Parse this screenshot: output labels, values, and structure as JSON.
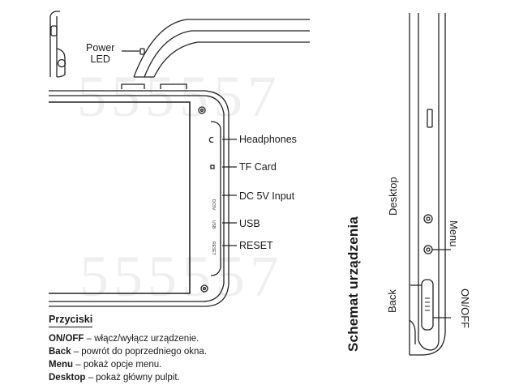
{
  "top_view": {
    "power_led_label_line1": "Power",
    "power_led_label_line2": "LED"
  },
  "side_ports": [
    {
      "label": "Headphones"
    },
    {
      "label": "TF Card"
    },
    {
      "label": "DC 5V Input"
    },
    {
      "label": "USB"
    },
    {
      "label": "RESET"
    }
  ],
  "legend": {
    "title": "Przyciski",
    "rows": [
      {
        "key": "ON/OFF",
        "desc": " – włącz/wyłącz urządzenie."
      },
      {
        "key": "Back",
        "desc": " – powrót do poprzedniego okna."
      },
      {
        "key": "Menu",
        "desc": " – pokaż opcje menu."
      },
      {
        "key": "Desktop",
        "desc": " – pokaż główny pulpit."
      }
    ]
  },
  "edge_view": {
    "title": "Schemat urządzenia",
    "desktop_label": "Desktop",
    "menu_label": "Menu",
    "back_label": "Back",
    "onoff_label": "ON/OFF"
  },
  "watermark": "555557",
  "colors": {
    "line": "#222222",
    "text": "#1a1a1a"
  }
}
